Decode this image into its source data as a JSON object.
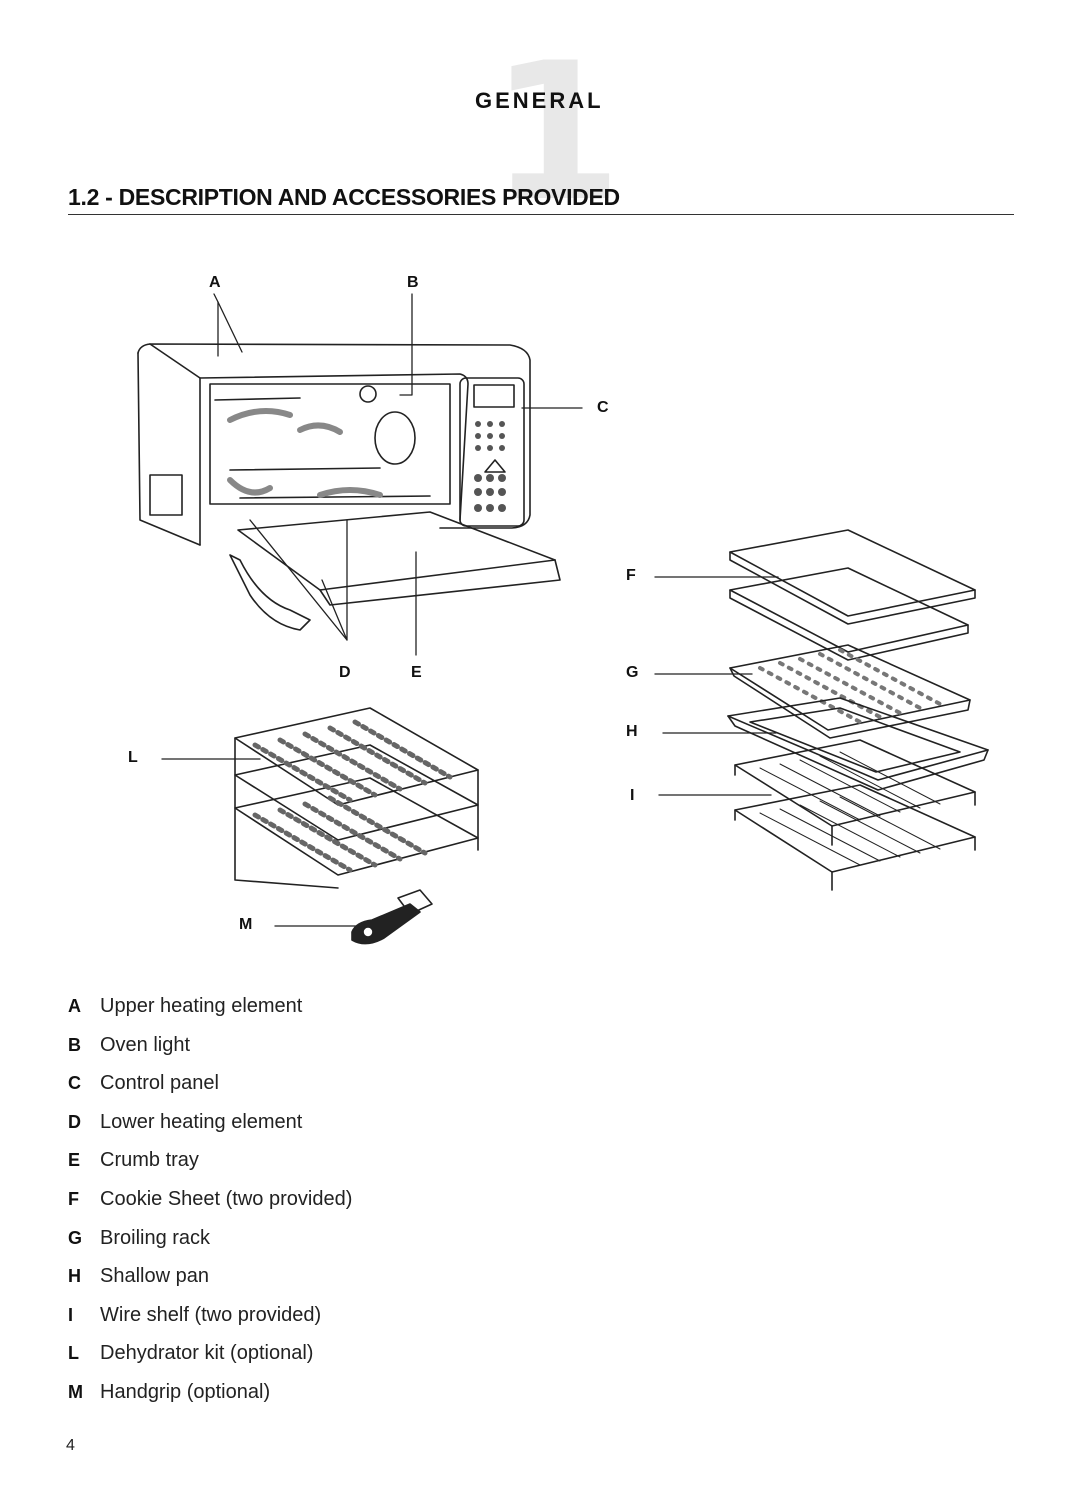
{
  "chapter_number": "1",
  "section_heading": "GENERAL",
  "title": "1.2 - DESCRIPTION AND ACCESSORIES PROVIDED",
  "callouts": {
    "A": "A",
    "B": "B",
    "C": "C",
    "D": "D",
    "E": "E",
    "F": "F",
    "G": "G",
    "H": "H",
    "I": "I",
    "L": "L",
    "M": "M"
  },
  "legend": [
    {
      "key": "A",
      "label": "Upper heating element"
    },
    {
      "key": "B",
      "label": "Oven light"
    },
    {
      "key": "C",
      "label": "Control panel"
    },
    {
      "key": "D",
      "label": "Lower heating element"
    },
    {
      "key": "E",
      "label": "Crumb tray"
    },
    {
      "key": "F",
      "label": "Cookie Sheet (two provided)"
    },
    {
      "key": "G",
      "label": "Broiling rack"
    },
    {
      "key": "H",
      "label": "Shallow pan"
    },
    {
      "key": "I",
      "label": "Wire shelf (two provided)"
    },
    {
      "key": "L",
      "label": "Dehydrator kit (optional)"
    },
    {
      "key": "M",
      "label": "Handgrip (optional)"
    }
  ],
  "page_number": "4"
}
